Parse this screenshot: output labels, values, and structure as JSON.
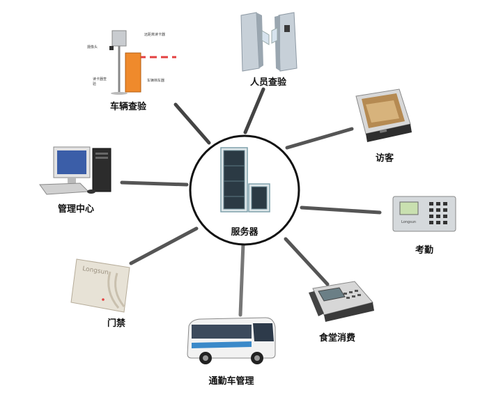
{
  "center": {
    "label": "服务器"
  },
  "nodes": [
    {
      "id": "vehicle",
      "label": "车辆查验"
    },
    {
      "id": "personnel",
      "label": "人员查验"
    },
    {
      "id": "visitor",
      "label": "访客"
    },
    {
      "id": "management",
      "label": "管理中心"
    },
    {
      "id": "attendance",
      "label": "考勤"
    },
    {
      "id": "access",
      "label": "门禁"
    },
    {
      "id": "bus",
      "label": "通勤车管理"
    },
    {
      "id": "canteen",
      "label": "食堂消费"
    }
  ],
  "vehicle_callouts": [
    "远距离读卡器",
    "摄像头",
    "读卡器查验",
    "车辆档车器"
  ],
  "brand_text": "Longsun"
}
